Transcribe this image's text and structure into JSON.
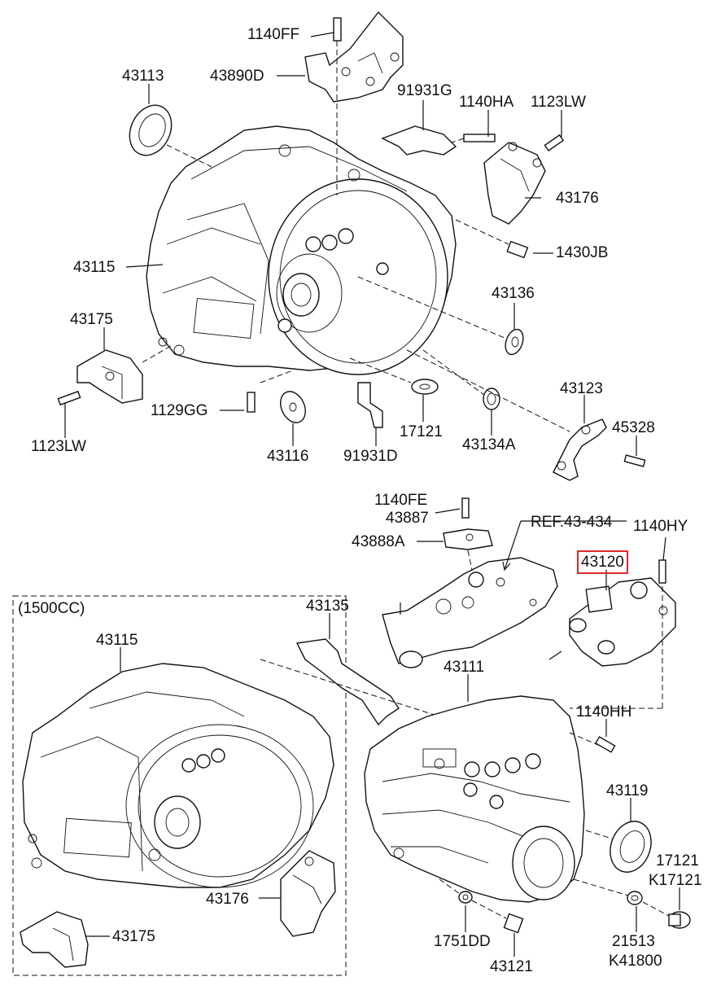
{
  "labels": {
    "l_1140FF": "1140FF",
    "l_43890D": "43890D",
    "l_43113": "43113",
    "l_91931G": "91931G",
    "l_1140HA": "1140HA",
    "l_1123LW_top": "1123LW",
    "l_43176_top": "43176",
    "l_1430JB": "1430JB",
    "l_43115_top": "43115",
    "l_43136": "43136",
    "l_43175_top": "43175",
    "l_1129GG": "1129GG",
    "l_1123LW_left": "1123LW",
    "l_43116": "43116",
    "l_91931D": "91931D",
    "l_17121_mid": "17121",
    "l_43134A": "43134A",
    "l_43123": "43123",
    "l_45328": "45328",
    "l_1140FE": "1140FE",
    "l_43887": "43887",
    "l_REF": "REF.43-434",
    "l_1140HY": "1140HY",
    "l_43888A": "43888A",
    "l_43120": "43120",
    "l_1500CC": "(1500CC)",
    "l_43135": "43135",
    "l_43115_bot": "43115",
    "l_43111": "43111",
    "l_1140HH": "1140HH",
    "l_43119": "43119",
    "l_17121_br": "17121",
    "l_K17121": "K17121",
    "l_43176_bot": "43176",
    "l_43175_bot": "43175",
    "l_1751DD": "1751DD",
    "l_21513": "21513",
    "l_K41800": "K41800",
    "l_43121": "43121"
  },
  "highlight_color": "#d92b2b"
}
